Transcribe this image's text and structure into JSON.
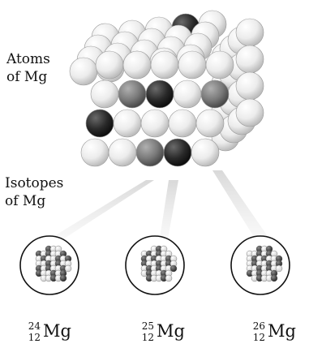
{
  "labels": {
    "atoms_line1": "Atoms",
    "atoms_line2": "of Mg",
    "isotopes_line1": "Isotopes",
    "isotopes_line2": "of Mg"
  },
  "isotopes": [
    {
      "mass_number": "24",
      "atomic_number": "12",
      "symbol": "Mg"
    },
    {
      "mass_number": "25",
      "atomic_number": "12",
      "symbol": "Mg"
    },
    {
      "mass_number": "26",
      "atomic_number": "12",
      "symbol": "Mg"
    }
  ],
  "colors": {
    "light_atom": "#f2f2f2",
    "dark_atom": "#2a2a2a",
    "mid_atom": "#7a7a7a",
    "ring": "#111111"
  }
}
